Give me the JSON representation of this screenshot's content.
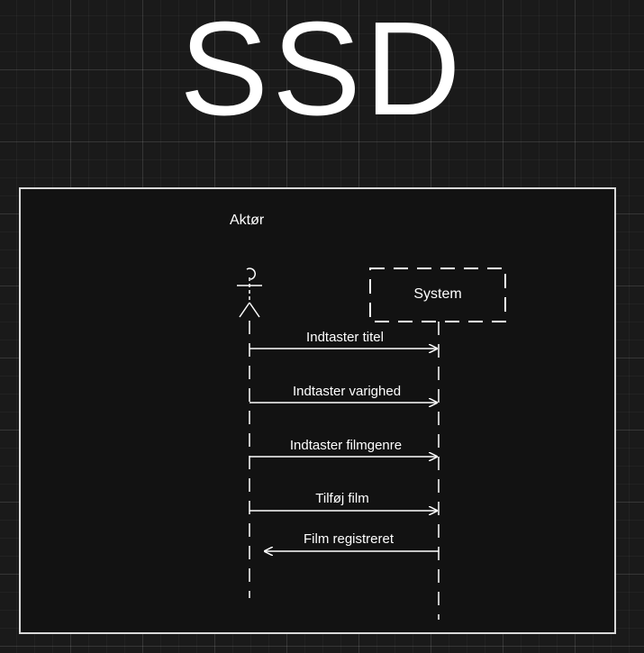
{
  "diagram": {
    "title": "SSD",
    "actor": {
      "label": "Aktør"
    },
    "system": {
      "label": "System"
    },
    "messages": [
      {
        "label": "Indtaster titel",
        "direction": "actor-to-system"
      },
      {
        "label": "Indtaster varighed",
        "direction": "actor-to-system"
      },
      {
        "label": "Indtaster filmgenre",
        "direction": "actor-to-system"
      },
      {
        "label": "Tilføj film",
        "direction": "actor-to-system"
      },
      {
        "label": "Film registreret",
        "direction": "system-to-actor"
      }
    ]
  }
}
